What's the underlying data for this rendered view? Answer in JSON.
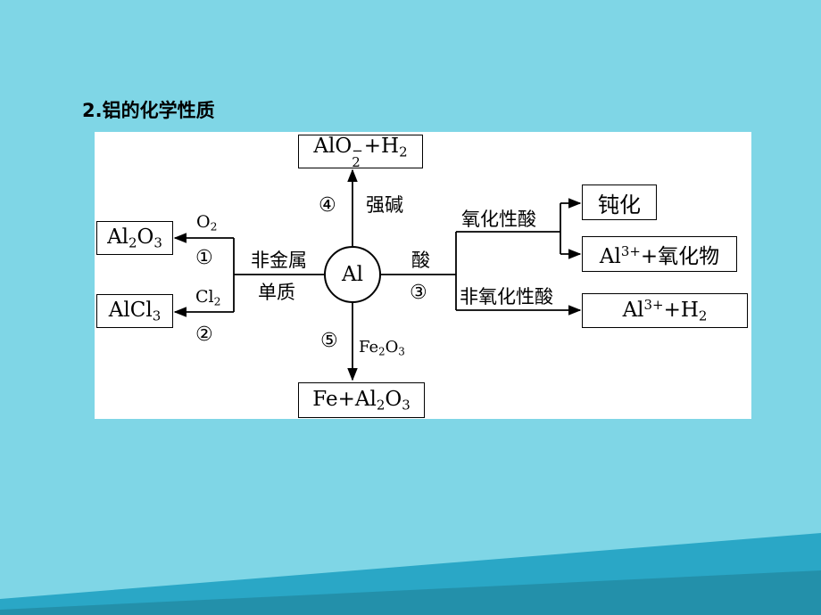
{
  "heading": "2.铝的化学性质",
  "center": "Al",
  "top": {
    "marker": "④",
    "reagent": "强碱",
    "product": {
      "a": "AlO",
      "a_sup": "−",
      "a_sub": "2",
      "b": "+H",
      "b_sub": "2"
    }
  },
  "bottom": {
    "marker": "⑤",
    "reagent": {
      "a": "Fe",
      "a_sub": "2",
      "b": "O",
      "b_sub": "3"
    },
    "product": {
      "a": "Fe+Al",
      "a_sub": "2",
      "b": "O",
      "b_sub": "3"
    }
  },
  "left": {
    "category_line1": "非金属",
    "category_line2": "单质",
    "upper": {
      "marker": "①",
      "reagent": {
        "a": "O",
        "a_sub": "2"
      },
      "product": {
        "a": "Al",
        "a_sub": "2",
        "b": "O",
        "b_sub": "3"
      }
    },
    "lower": {
      "marker": "②",
      "reagent": {
        "a": "Cl",
        "a_sub": "2"
      },
      "product": {
        "a": "AlCl",
        "a_sub": "3"
      }
    }
  },
  "right": {
    "reagent": "酸",
    "marker": "③",
    "oxidizing_acid": "氧化性酸",
    "non_oxidizing_acid": "非氧化性酸",
    "passivation": "钝化",
    "product_oxidizing": {
      "a": "Al",
      "a_sup": "3+",
      "b": "+氧化物"
    },
    "product_non_oxidizing": {
      "a": "Al",
      "a_sup": "3+",
      "b": "+H",
      "b_sub": "2"
    }
  },
  "colors": {
    "background": "#7fd6e6",
    "panel": "#ffffff",
    "accent_band": "#2aa7c6",
    "accent_band_dark": "#1e7d93",
    "ink": "#000000"
  }
}
